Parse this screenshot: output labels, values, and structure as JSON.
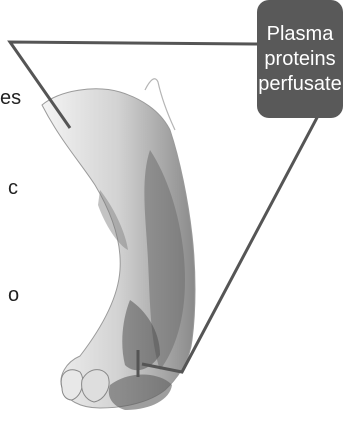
{
  "box": {
    "line1": "Plasma",
    "line2": "proteins",
    "line3": "perfusate"
  },
  "edge_text": {
    "a": "es",
    "b": "c",
    "c": "o"
  }
}
